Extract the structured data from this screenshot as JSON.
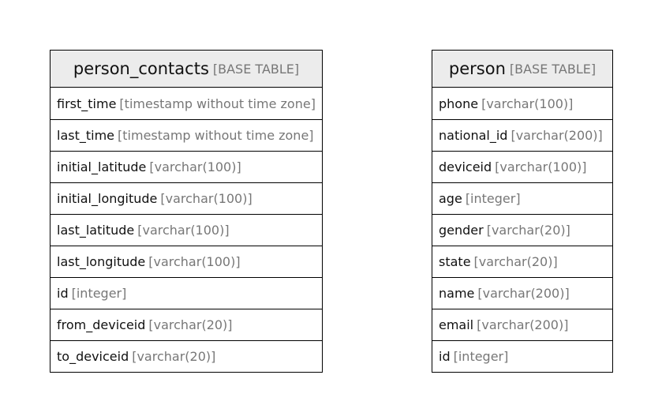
{
  "tables": [
    {
      "name": "person_contacts",
      "kind": "[BASE TABLE]",
      "columns": [
        {
          "name": "first_time",
          "type": "[timestamp without time zone]"
        },
        {
          "name": "last_time",
          "type": "[timestamp without time zone]"
        },
        {
          "name": "initial_latitude",
          "type": "[varchar(100)]"
        },
        {
          "name": "initial_longitude",
          "type": "[varchar(100)]"
        },
        {
          "name": "last_latitude",
          "type": "[varchar(100)]"
        },
        {
          "name": "last_longitude",
          "type": "[varchar(100)]"
        },
        {
          "name": "id",
          "type": "[integer]"
        },
        {
          "name": "from_deviceid",
          "type": "[varchar(20)]"
        },
        {
          "name": "to_deviceid",
          "type": "[varchar(20)]"
        }
      ]
    },
    {
      "name": "person",
      "kind": "[BASE TABLE]",
      "columns": [
        {
          "name": "phone",
          "type": "[varchar(100)]"
        },
        {
          "name": "national_id",
          "type": "[varchar(200)]"
        },
        {
          "name": "deviceid",
          "type": "[varchar(100)]"
        },
        {
          "name": "age",
          "type": "[integer]"
        },
        {
          "name": "gender",
          "type": "[varchar(20)]"
        },
        {
          "name": "state",
          "type": "[varchar(20)]"
        },
        {
          "name": "name",
          "type": "[varchar(200)]"
        },
        {
          "name": "email",
          "type": "[varchar(200)]"
        },
        {
          "name": "id",
          "type": "[integer]"
        }
      ]
    }
  ]
}
